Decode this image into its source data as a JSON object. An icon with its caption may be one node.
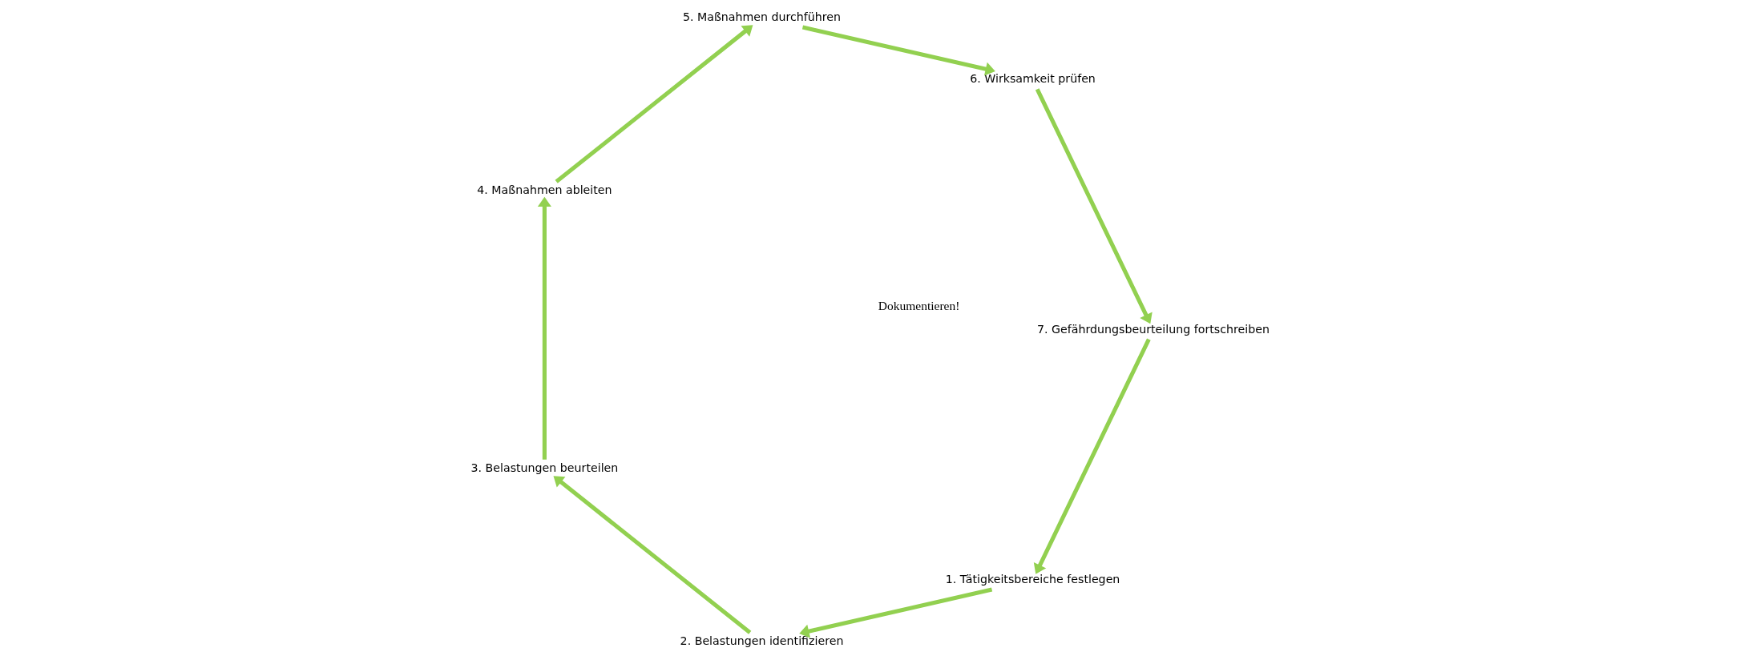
{
  "diagram": {
    "nodes": [
      {
        "text": [
          "1. Tätigkeitsbereiche festlegen"
        ]
      },
      {
        "text": [
          "2. Belastungen identifizieren"
        ]
      },
      {
        "text": [
          "3. Belastungen beurteilen"
        ]
      },
      {
        "text": [
          "4. Maßnahmen ableiten"
        ]
      },
      {
        "text": [
          "5. Maßnahmen durchführen"
        ]
      },
      {
        "text": [
          "6. Wirksamkeit prüfen"
        ]
      },
      {
        "text": [
          "7. Gefährdungsbeurteilung fortschreiben"
        ]
      }
    ],
    "edges": [
      {
        "from": 0,
        "to": 1,
        "arrow": "to"
      },
      {
        "from": 1,
        "to": 2,
        "arrow": "to"
      },
      {
        "from": 2,
        "to": 3,
        "arrow": "to"
      },
      {
        "from": 3,
        "to": 4,
        "arrow": "to"
      },
      {
        "from": 4,
        "to": 5,
        "arrow": "to"
      },
      {
        "from": 5,
        "to": 6,
        "arrow": "to"
      },
      {
        "from": 6,
        "to": 0,
        "arrow": "to"
      }
    ],
    "labels": [
      "Dokumentieren!"
    ]
  }
}
